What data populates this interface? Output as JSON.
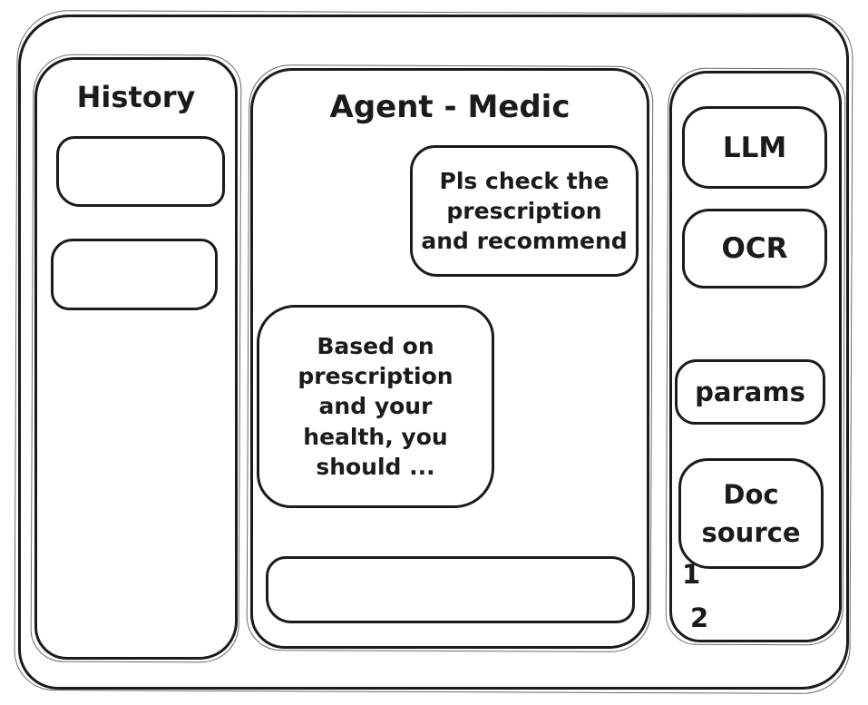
{
  "history": {
    "title": "History",
    "items": [
      "",
      ""
    ]
  },
  "chat": {
    "title": "Agent - Medic",
    "messages": [
      {
        "role": "user",
        "text": "Pls check the\nprescription\nand recommend"
      },
      {
        "role": "agent",
        "text": "Based on\nprescription\nand your\nhealth, you\nshould ..."
      }
    ],
    "input": {
      "value": "",
      "placeholder": ""
    }
  },
  "tools": {
    "buttons": [
      {
        "id": "llm",
        "label": "LLM"
      },
      {
        "id": "ocr",
        "label": "OCR"
      },
      {
        "id": "params",
        "label": "params"
      },
      {
        "id": "doc-source",
        "label": "Doc\nsource"
      }
    ],
    "doc_items": [
      "1",
      "2"
    ]
  },
  "colors": {
    "stroke": "#1b1b1b",
    "background": "#ffffff"
  }
}
